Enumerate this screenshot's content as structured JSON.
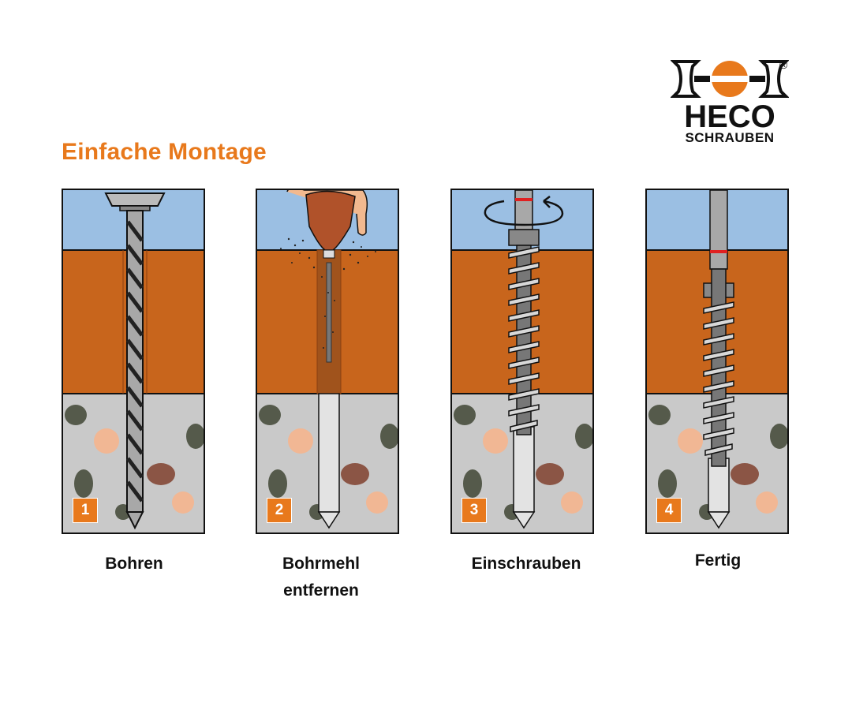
{
  "title": "Einfache Montage",
  "brand": {
    "line1": "HECO",
    "line2": "SCHRAUBEN",
    "registered": "®"
  },
  "colors": {
    "accent": "#e8791c",
    "sky": "#9bbfe3",
    "wood": "#c8651c",
    "concrete": "#c9c9c9",
    "ink": "#111111"
  },
  "steps": [
    {
      "number": "1",
      "caption_lines": [
        "Bohren"
      ]
    },
    {
      "number": "2",
      "caption_lines": [
        "Bohrmehl",
        "entfernen"
      ]
    },
    {
      "number": "3",
      "caption_lines": [
        "Einschrauben"
      ]
    },
    {
      "number": "4",
      "caption_lines": [
        "Fertig"
      ]
    }
  ]
}
